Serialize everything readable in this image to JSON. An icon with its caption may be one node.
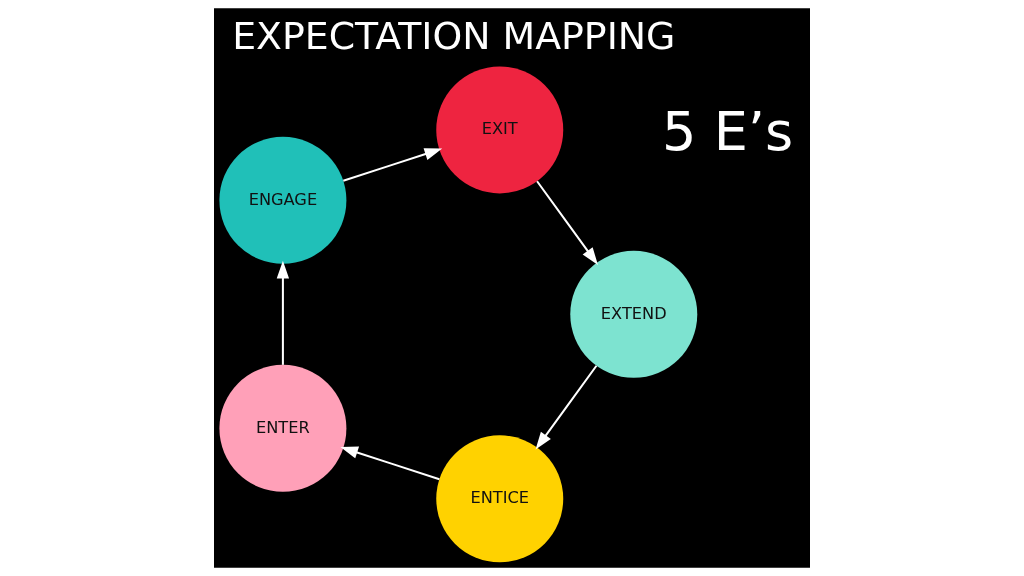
{
  "diagram": {
    "title": "EXPECTATION MAPPING",
    "nodes": [
      {
        "text": [
          "ENTICE"
        ]
      },
      {
        "text": [
          "ENTER"
        ]
      },
      {
        "text": [
          "ENGAGE"
        ]
      },
      {
        "text": [
          "EXIT"
        ]
      },
      {
        "text": [
          "EXTEND"
        ]
      }
    ],
    "edges": [
      {
        "from": 0,
        "to": 1,
        "arrow": "to"
      },
      {
        "from": 1,
        "to": 2,
        "arrow": "to"
      },
      {
        "from": 2,
        "to": 3,
        "arrow": "to"
      },
      {
        "from": 3,
        "to": 4,
        "arrow": "to"
      },
      {
        "from": 4,
        "to": 0,
        "arrow": "to"
      }
    ],
    "labels": [
      "5 E’s"
    ]
  }
}
